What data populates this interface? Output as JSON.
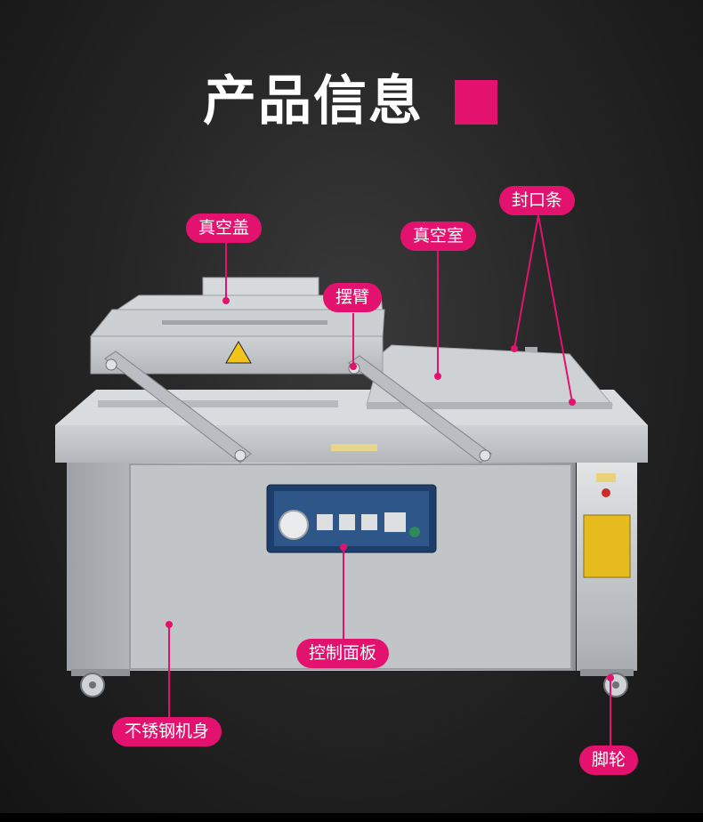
{
  "title": "产品信息",
  "accent_color": "#e4126f",
  "labels": {
    "vacuum_lid": "真空盖",
    "vacuum_chamber": "真空室",
    "seal_strip": "封口条",
    "swing_arm": "摆臂",
    "control_panel": "控制面板",
    "steel_body": "不锈钢机身",
    "caster": "脚轮"
  }
}
